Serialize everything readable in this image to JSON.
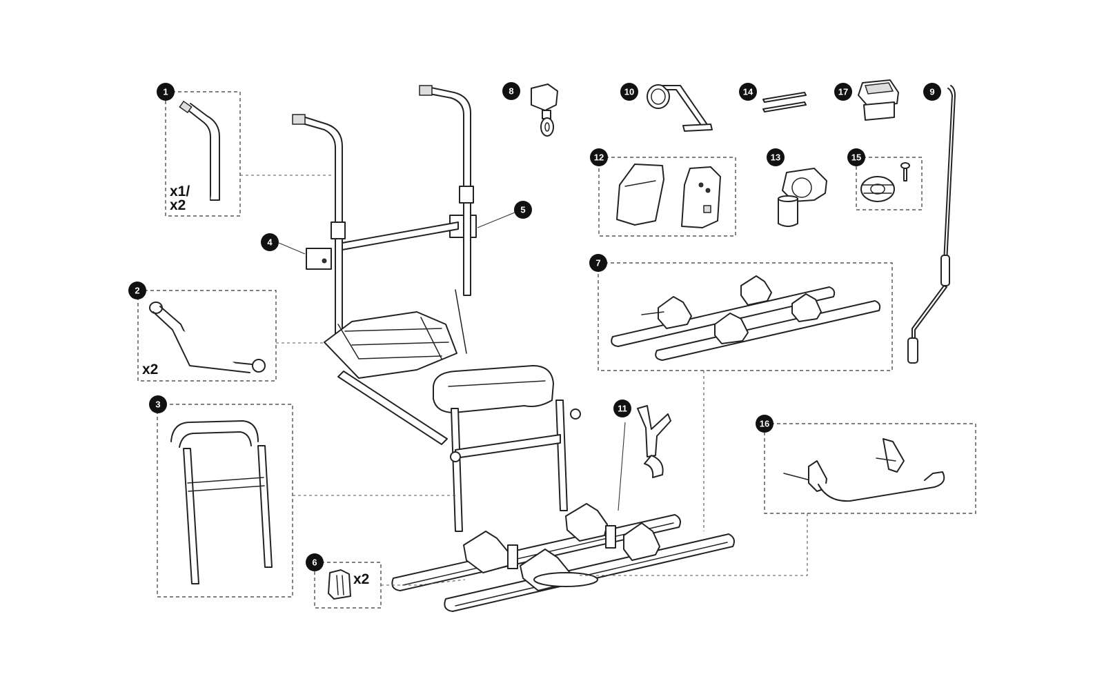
{
  "parts": [
    {
      "number": "1",
      "quantity": [
        "x1/",
        "x2"
      ]
    },
    {
      "number": "2",
      "quantity": [
        "x2"
      ]
    },
    {
      "number": "3"
    },
    {
      "number": "4"
    },
    {
      "number": "5"
    },
    {
      "number": "6",
      "quantity": [
        "x2"
      ]
    },
    {
      "number": "7"
    },
    {
      "number": "8"
    },
    {
      "number": "9"
    },
    {
      "number": "10"
    },
    {
      "number": "11"
    },
    {
      "number": "12"
    },
    {
      "number": "13"
    },
    {
      "number": "14"
    },
    {
      "number": "15"
    },
    {
      "number": "16"
    },
    {
      "number": "17"
    }
  ]
}
